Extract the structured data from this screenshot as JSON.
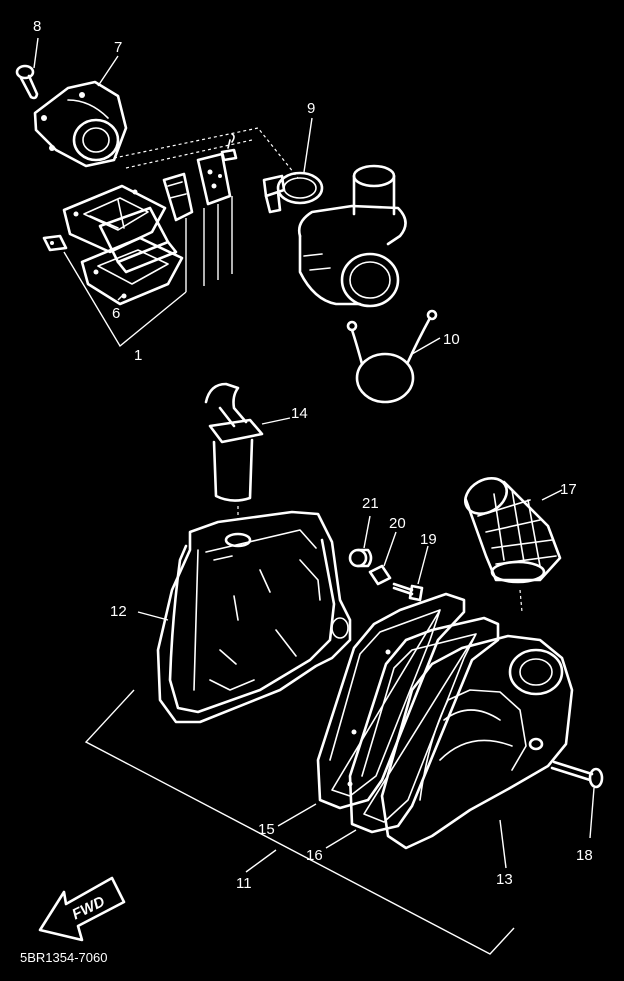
{
  "diagram": {
    "callouts": [
      "1",
      "6",
      "7",
      "8",
      "9",
      "10",
      "11",
      "12",
      "13",
      "14",
      "15",
      "16",
      "17",
      "18",
      "19",
      "20",
      "21"
    ],
    "direction_arrow": "FWD",
    "drawing_code": "5BR1354-7060",
    "background": "#000000",
    "line_color": "#ffffff"
  }
}
